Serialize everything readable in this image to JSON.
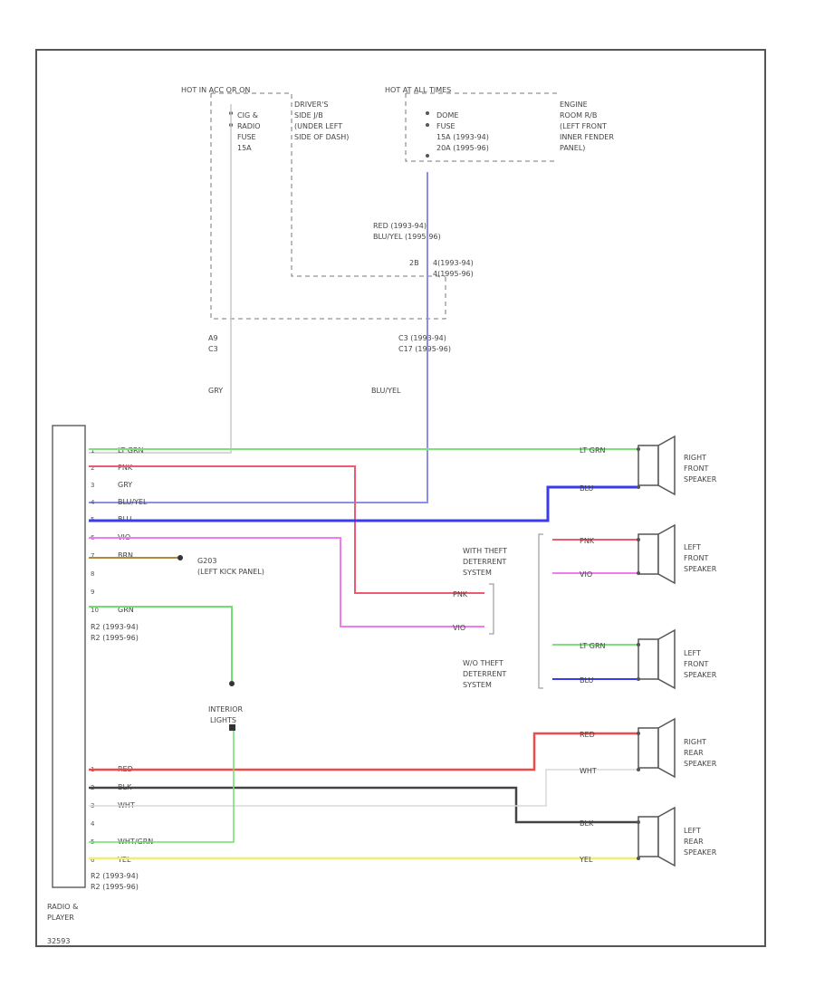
{
  "fuse_box_left": {
    "header": "HOT IN ACC OR ON",
    "fuse_lines": [
      "CIG &",
      "RADIO",
      "FUSE",
      "15A"
    ],
    "location_lines": [
      "DRIVER'S",
      "SIDE J/B",
      "(UNDER LEFT",
      "SIDE OF DASH)"
    ],
    "conn_lines": [
      "A9",
      "C3"
    ]
  },
  "fuse_box_right": {
    "header": "HOT AT ALL TIMES",
    "fuse_lines": [
      "DOME",
      "FUSE",
      "15A (1993-94)",
      "20A (1995-96)"
    ],
    "location_lines": [
      "ENGINE",
      "ROOM R/B",
      "(LEFT FRONT",
      "INNER FENDER",
      "PANEL)"
    ],
    "wire_label_lines": [
      "RED (1993-94)",
      "BLU/YEL (1995-96)"
    ],
    "jb_lines": [
      "2B",
      "4(1993-94)",
      "4(1995-96)"
    ],
    "conn_lines": [
      "C3 (1993-94)",
      "C17 (1995-96)"
    ]
  },
  "radio": {
    "name_lines": [
      "RADIO &",
      "PLAYER"
    ],
    "code": "R2"
  },
  "radio_pins_top": [
    {
      "pin": "1",
      "wire": "LT GRN"
    },
    {
      "pin": "2",
      "wire": "PNK"
    },
    {
      "pin": "3",
      "wire": "GRY"
    },
    {
      "pin": "4",
      "wire": "BLU/YEL"
    },
    {
      "pin": "5",
      "wire": "BLU"
    },
    {
      "pin": "6",
      "wire": "VIO"
    },
    {
      "pin": "7",
      "wire": "BRN"
    },
    {
      "pin": "8",
      "wire": ""
    },
    {
      "pin": "9",
      "wire": ""
    },
    {
      "pin": "10",
      "wire": "GRN"
    }
  ],
  "radio_pins_bottom": [
    {
      "pin": "1",
      "wire": "RED"
    },
    {
      "pin": "2",
      "wire": "BLK"
    },
    {
      "pin": "3",
      "wire": "WHT"
    },
    {
      "pin": "4",
      "wire": ""
    },
    {
      "pin": "5",
      "wire": "WHT/GRN"
    },
    {
      "pin": "6",
      "wire": "YEL"
    }
  ],
  "conn_labels_a": [
    "R2 (1993-94)",
    "R2 (1995-96)"
  ],
  "conn_labels_b": [
    "R2 (1993-94)",
    "R2 (1995-96)"
  ],
  "wire_gry": "GRY",
  "wire_bluyel": "BLU/YEL",
  "ground_lines": [
    "G203",
    "(LEFT KICK PANEL)"
  ],
  "interior_lights_lines": [
    "INTERIOR",
    "LIGHTS"
  ],
  "theft_with_lines": [
    "WITH THEFT",
    "DETERRENT",
    "SYSTEM"
  ],
  "theft_without_lines": [
    "W/O THEFT",
    "DETERRENT",
    "SYSTEM"
  ],
  "speakers": [
    {
      "lines": [
        "RIGHT",
        "FRONT",
        "SPEAKER"
      ],
      "wires": [
        "LT GRN",
        "BLU"
      ]
    },
    {
      "lines": [
        "LEFT",
        "FRONT",
        "SPEAKER"
      ],
      "wires": [
        "PNK",
        "VIO"
      ]
    },
    {
      "lines": [
        "LEFT",
        "FRONT",
        "SPEAKER"
      ],
      "wires": [
        "LT GRN",
        "BLU"
      ]
    },
    {
      "lines": [
        "RIGHT",
        "REAR",
        "SPEAKER"
      ],
      "wires": [
        "RED",
        "WHT"
      ]
    },
    {
      "lines": [
        "LEFT",
        "REAR",
        "SPEAKER"
      ],
      "wires": [
        "BLK",
        "YEL"
      ]
    }
  ],
  "theft_wire_pnk": "PNK",
  "theft_wire_vio": "VIO",
  "footer_code": "32593",
  "colors": {
    "lt_grn": "#7de27d",
    "pnk": "#ee5a6f",
    "gry": "#c8c8c8",
    "blu_yel": "#8a8fe8",
    "blu": "#3a3aee",
    "vio": "#f07af0",
    "brn": "#b08a3a",
    "grn": "#6fe06f",
    "red": "#ee4a4a",
    "blk": "#444444",
    "wht": "#d8d8d8",
    "yel": "#eeee70"
  }
}
